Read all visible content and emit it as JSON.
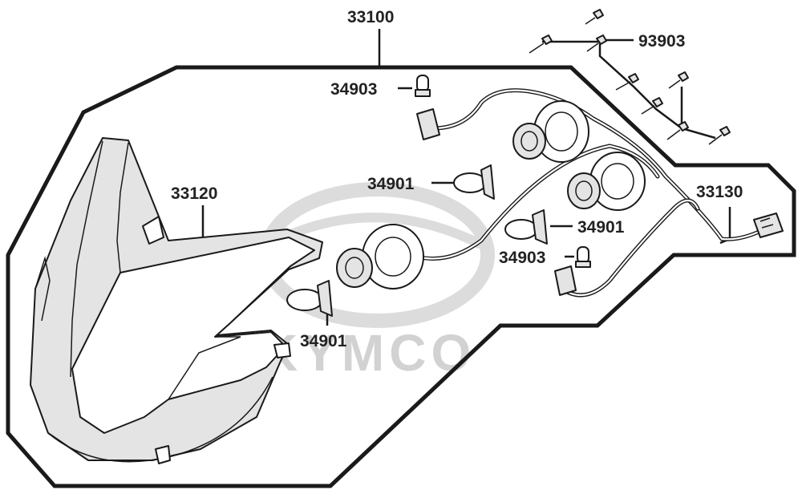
{
  "diagram": {
    "watermark": "KYMCO",
    "labels": {
      "assembly": "33100",
      "lens_housing": "33120",
      "wiring_harness": "33130",
      "screws": "93903",
      "bulb_small_top": "34903",
      "bulb_small_right": "34903",
      "bulb_h_center": "34901",
      "bulb_h_right": "34901",
      "bulb_h_bottom": "34901"
    }
  }
}
